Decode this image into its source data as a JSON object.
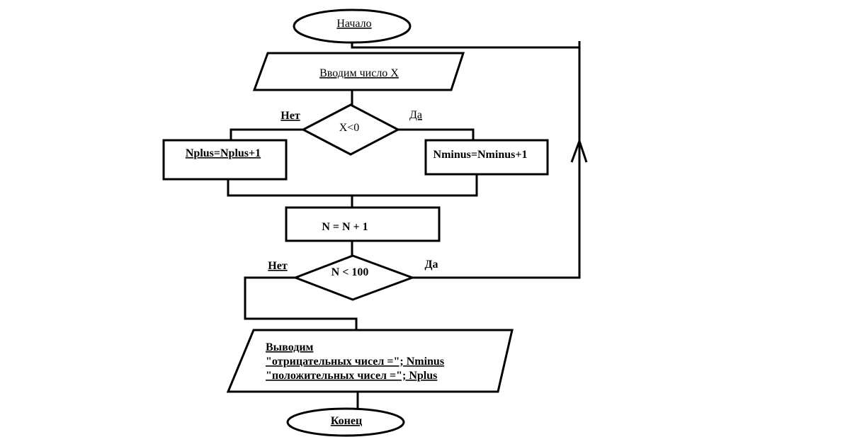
{
  "diagram": {
    "type": "flowchart",
    "nodes": {
      "start": "Начало",
      "input": "Вводим число X",
      "cond_x": "X<0",
      "no_label_1": "Нет",
      "yes_label_1": "Да",
      "nplus": "Nplus=Nplus+1",
      "nminus": "Nminus=Nminus+1",
      "increment": "N = N + 1",
      "cond_n": "N < 100",
      "no_label_2": "Нет",
      "yes_label_2": "Да",
      "output_line_1": "Выводим",
      "output_line_2": "\"отрицательных чисел =\"; Nminus",
      "output_line_3": "\"положительных чисел =\"; Nplus",
      "end": "Конец"
    },
    "stroke_color": "#000000",
    "background_color": "#ffffff"
  }
}
